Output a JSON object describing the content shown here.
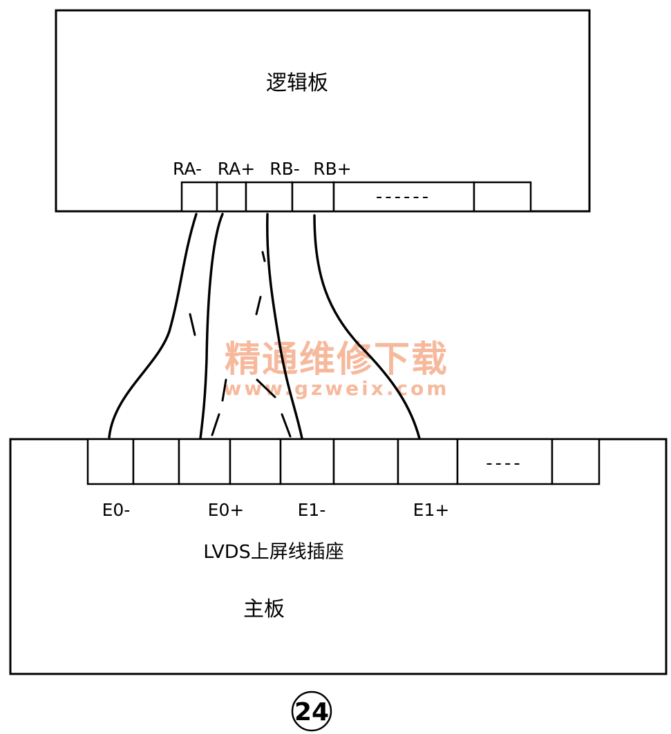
{
  "logic_board": {
    "title": "逻辑板",
    "pins": [
      "RA-",
      "RA+",
      "RB-",
      "RB+"
    ],
    "ellipsis": "------"
  },
  "main_board": {
    "title": "主板",
    "connector_label": "LVDS上屏线插座",
    "pins": [
      "E0-",
      "E0+",
      "E1-",
      "E1+"
    ],
    "ellipsis": "----"
  },
  "watermark": {
    "text": "精通维修下载",
    "url": "www.gzweix.com"
  },
  "figure_number": "24"
}
